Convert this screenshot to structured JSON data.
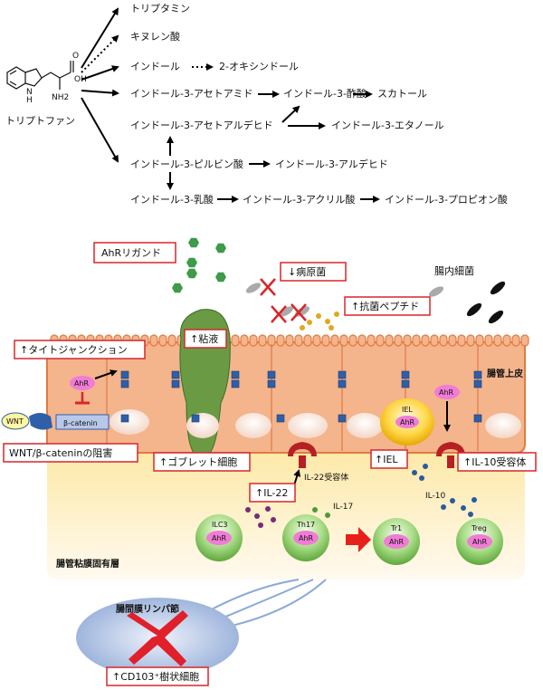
{
  "pathway": {
    "tryptophan": "トリプトファン",
    "mol_oh": "OH",
    "mol_nh2": "NH2",
    "mol_nh": "N\nH",
    "mol_h": "H",
    "mol_n": "N",
    "tryptamine": "トリプタミン",
    "kynurenic_acid": "キヌレン酸",
    "indole": "インドール",
    "oxindole": "2-オキシンドール",
    "indole_acetamide": "インドール-3-アセトアミド",
    "indole_acetic_acid": "インドール-3-酢酸",
    "skatole": "スカトール",
    "indole_acetaldehyde": "インドール-3-アセトアルデヒド",
    "indole_ethanol": "インドール-3-エタノール",
    "indole_pyruvic_acid": "インドール-3-ピルビン酸",
    "indole_aldehyde": "インドール-3-アルデヒド",
    "indole_lactic_acid": "インドール-3-乳酸",
    "indole_acrylic_acid": "インドール-3-アクリル酸",
    "indole_propionic_acid": "インドール-3-プロピオン酸"
  },
  "intestine": {
    "ahr_ligand": "AhRリガンド",
    "pathogen": "↓病原菌",
    "gut_bacteria": "腸内細菌",
    "antimicrobial_peptide": "↑抗菌ペプチド",
    "mucus": "↑粘液",
    "tight_junction": "↑タイトジャンクション",
    "epithelium": "腸管上皮",
    "ahr": "AhR",
    "iel_cell": "IEL",
    "wnt": "WNT",
    "beta_catenin": "β-catenin",
    "wnt_inhibition": "WNT/β-cateninの阻害",
    "goblet_cell": "↑ゴブレット細胞",
    "il22_receptor": "IL-22受容体",
    "iel_up": "↑IEL",
    "il10_receptor": "↑IL-10受容体",
    "il22_up": "↑IL-22",
    "il17": "IL-17",
    "il10": "IL-10",
    "lamina_propria": "腸管粘膜固有層",
    "ilc3": "ILC3",
    "th17": "Th17",
    "tr1": "Tr1",
    "treg": "Treg",
    "mesenteric_ln": "腸間膜リンパ節",
    "dendritic_cell": "↑CD103⁺樹状細胞"
  },
  "colors": {
    "epithelium": "#f3b08a",
    "epithelium_border": "#e07a42",
    "lamina": "#fff3c0",
    "goblet": "#6b9a45",
    "cell_green": "#8ccf6a",
    "ahr_pink": "#f07cd6",
    "box_red": "#d9262a",
    "junction_blue": "#2f5fa8",
    "receptor_red": "#b52025",
    "lymph_blue": "#8aa8d8",
    "dc_red": "#e0202a",
    "ligand_green": "#3f9a4a",
    "il_purple": "#7a2a7a",
    "il_green": "#4c9a3a",
    "il_blue": "#2a5aa0"
  }
}
